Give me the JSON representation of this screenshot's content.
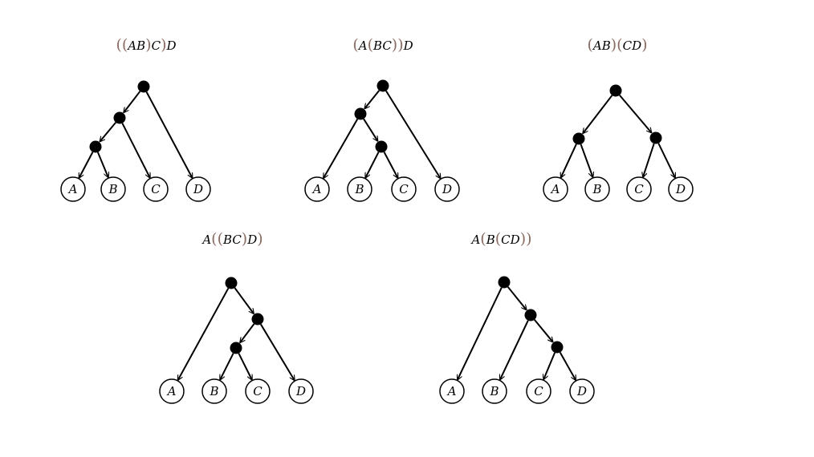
{
  "colors": {
    "edge": "#000000",
    "node_fill": "#000000",
    "leaf_fill": "#ffffff",
    "paren": "#8a6d65",
    "text": "#000000"
  },
  "trees": [
    {
      "id": "t1",
      "caption": "((AB)C)D",
      "leaves": [
        "A",
        "B",
        "C",
        "D"
      ],
      "structure": [
        [
          [
            "A",
            "B"
          ],
          "C"
        ],
        "D"
      ]
    },
    {
      "id": "t2",
      "caption": "(A(BC))D",
      "leaves": [
        "A",
        "B",
        "C",
        "D"
      ],
      "structure": [
        [
          "A",
          [
            "B",
            "C"
          ]
        ],
        "D"
      ]
    },
    {
      "id": "t3",
      "caption": "(AB)(CD)",
      "leaves": [
        "A",
        "B",
        "C",
        "D"
      ],
      "structure": [
        [
          "A",
          "B"
        ],
        [
          "C",
          "D"
        ]
      ]
    },
    {
      "id": "t4",
      "caption": "A((BC)D)",
      "leaves": [
        "A",
        "B",
        "C",
        "D"
      ],
      "structure": [
        "A",
        [
          [
            "B",
            "C"
          ],
          "D"
        ]
      ]
    },
    {
      "id": "t5",
      "caption": "A(B(CD))",
      "leaves": [
        "A",
        "B",
        "C",
        "D"
      ],
      "structure": [
        "A",
        [
          "B",
          [
            "C",
            "D"
          ]
        ]
      ]
    }
  ]
}
